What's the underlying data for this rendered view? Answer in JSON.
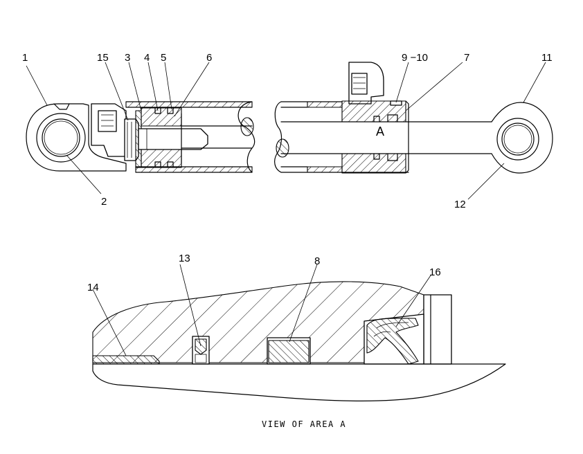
{
  "callouts": {
    "c1": "1",
    "c2": "2",
    "c3": "3",
    "c4": "4",
    "c5": "5",
    "c6": "6",
    "c7": "7",
    "c8": "8",
    "c9_10": "9 −10",
    "c11": "11",
    "c12": "12",
    "c13": "13",
    "c14": "14",
    "c15": "15",
    "c16": "16"
  },
  "area_marker": "A",
  "caption": "VIEW OF AREA A"
}
